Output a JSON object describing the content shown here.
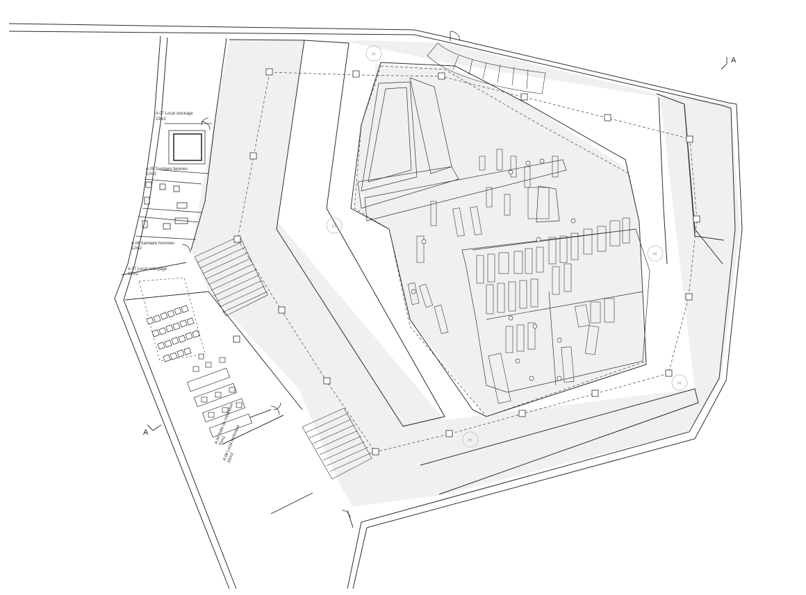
{
  "rooms": {
    "storage": {
      "name": "A 07 Local stockage",
      "area": "23m2"
    },
    "women": {
      "name": "A 05 Sanitaire femmes",
      "area": "12m2"
    },
    "men": {
      "name": "A 06 Sanitaire hommes",
      "area": "12m2"
    },
    "cleaning": {
      "name": "A 07 Local nettoyage",
      "area": "12m2"
    },
    "mediation": {
      "name": "A 04 Salle de médiation",
      "area": "70m2"
    },
    "technical": {
      "name": "A 08 Local technique",
      "area": "65m2"
    }
  },
  "section_marker": "A",
  "h_marker": "H",
  "colors": {
    "line": "#2b2b2b",
    "fill": "#f1eff0",
    "dashed": "#555555",
    "marker": "#bbbbbb"
  }
}
